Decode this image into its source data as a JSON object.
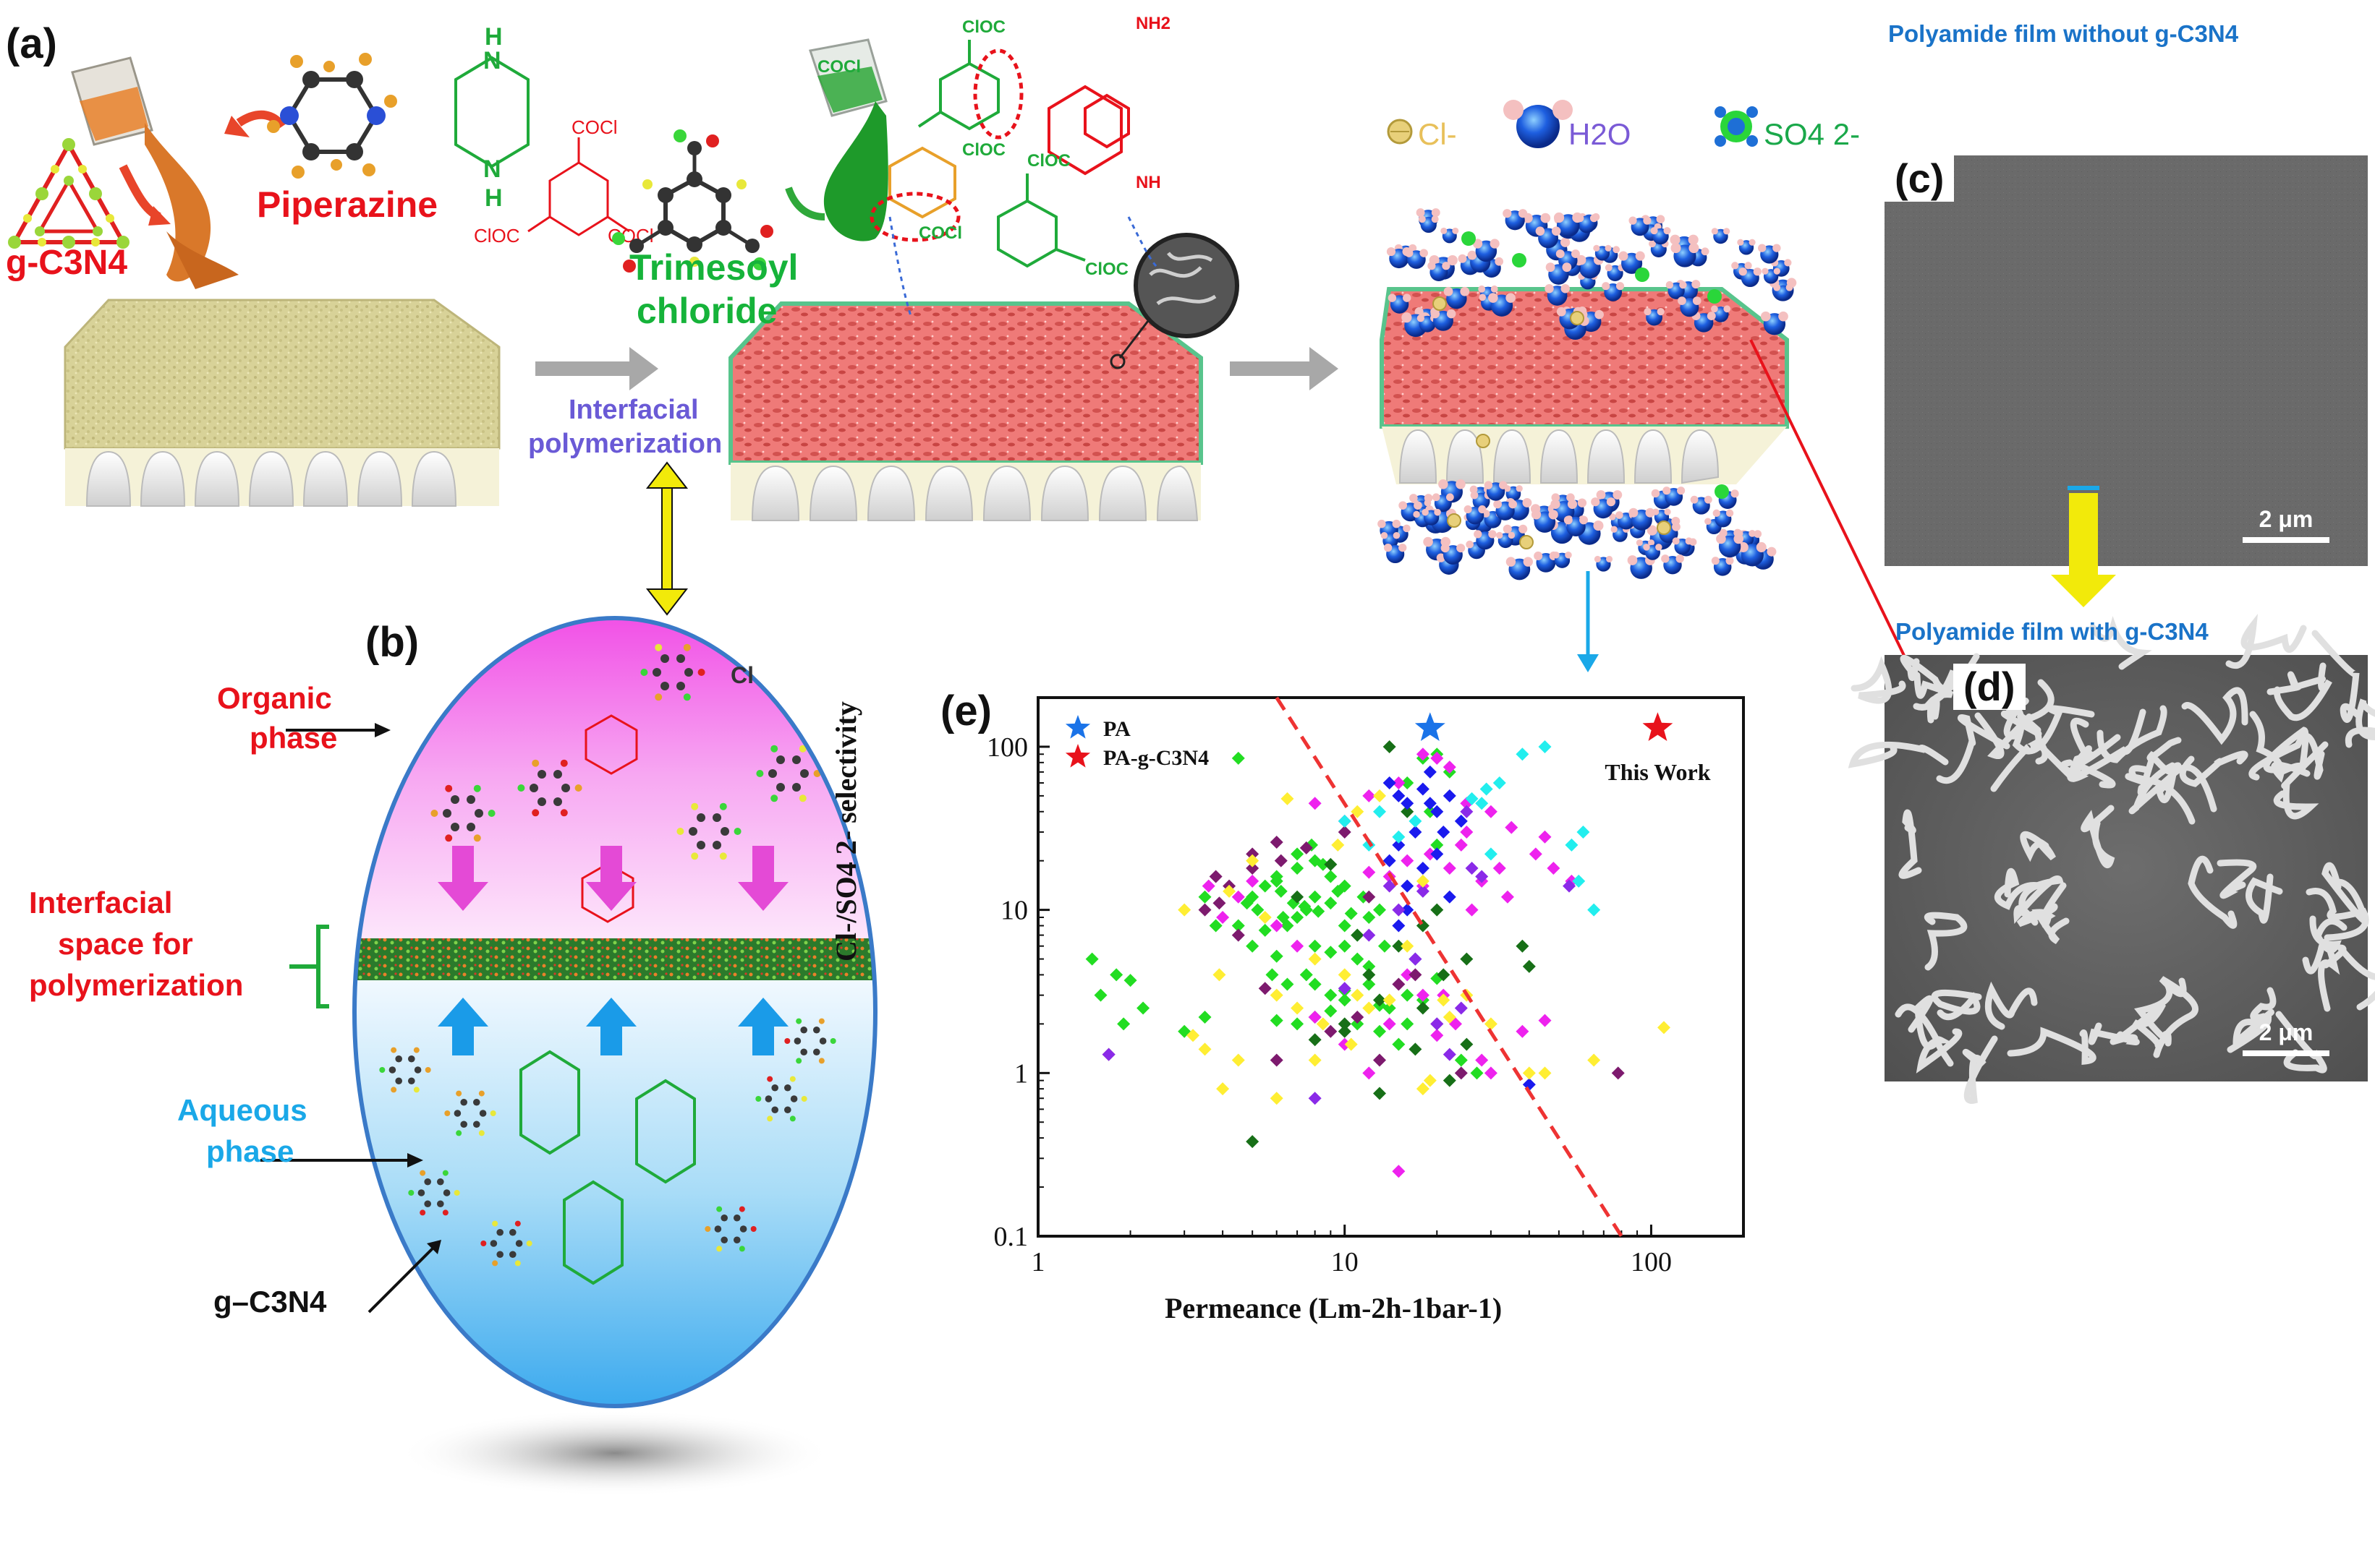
{
  "panel_a": {
    "letter": "(a)",
    "piperazine_label": "Piperazine",
    "gc3n4_label": "g-C3N4",
    "tmc_label_line1": "Trimesoyl",
    "tmc_label_line2": "chloride",
    "ip_label_line1": "Interfacial",
    "ip_label_line2": "polymerization",
    "structure_texts": {
      "H": "H",
      "N": "N",
      "COCl": "COCl",
      "ClOC": "ClOC",
      "NH2": "NH2",
      "NH": "NH"
    }
  },
  "legend": {
    "cl": "Cl-",
    "h2o": "H2O",
    "so4": "SO4 2-"
  },
  "panel_b": {
    "letter": "(b)",
    "organic_line1": "Organic",
    "organic_line2": "phase",
    "interfacial_line1": "Interfacial",
    "interfacial_line2": "space for",
    "interfacial_line3": "polymerization",
    "aqueous_line1": "Aqueous",
    "aqueous_line2": "phase",
    "gc3n4": "g–C3N4",
    "cl_text": "Cl"
  },
  "panel_c": {
    "title": "Polyamide film without g-C3N4",
    "letter": "(c)",
    "scale": "2 μm"
  },
  "panel_d": {
    "title": "Polyamide film with g-C3N4",
    "letter": "(d)",
    "scale": "2 μm"
  },
  "colors": {
    "red_label": "#e8121b",
    "green_label": "#16b33a",
    "purple_label": "#6a5ad6",
    "blue_label": "#1a73c8",
    "cyan_label": "#1aa8e8",
    "arrow_gray": "#a8a8a8",
    "arrow_yellow": "#f2ea0a",
    "arrow_magenta": "#e44ad6",
    "arrow_blue": "#1a9be8"
  },
  "chart_data": {
    "type": "scatter",
    "letter": "(e)",
    "xlabel": "Permeance  (Lm-2h-1bar-1)",
    "ylabel": "Cl-/SO4 2- selectivity",
    "xscale": "log",
    "yscale": "log",
    "xlim": [
      1,
      200
    ],
    "ylim": [
      0.1,
      200
    ],
    "x_ticks": [
      "1",
      "10",
      "100"
    ],
    "y_ticks": [
      "0.1",
      "1",
      "10",
      "100"
    ],
    "legend": [
      {
        "name": "PA",
        "marker": "star",
        "color": "#1a73e8"
      },
      {
        "name": "PA-g-C3N4",
        "marker": "star",
        "color": "#e8121b"
      }
    ],
    "legend_position": "top-left",
    "annotation": "This Work",
    "trade_off_line": {
      "from": [
        6,
        200
      ],
      "to": [
        80,
        0.1
      ],
      "color": "#ee3333",
      "style": "dashed"
    },
    "highlight_points": [
      {
        "series": "PA",
        "x": 19,
        "y": 130
      },
      {
        "series": "PA-g-C3N4",
        "x": 105,
        "y": 130
      }
    ],
    "literature_series": [
      {
        "color": "#22dd22",
        "points": [
          [
            1.5,
            5
          ],
          [
            1.6,
            3
          ],
          [
            1.8,
            4
          ],
          [
            2.0,
            3.7
          ],
          [
            1.9,
            2
          ],
          [
            2.2,
            2.5
          ],
          [
            3.0,
            1.8
          ],
          [
            3.5,
            2.2
          ],
          [
            4.5,
            8
          ],
          [
            5,
            6
          ],
          [
            5.5,
            7.5
          ],
          [
            6,
            5.2
          ],
          [
            6.5,
            8
          ],
          [
            7,
            9
          ],
          [
            7.5,
            10
          ],
          [
            8,
            12
          ],
          [
            6,
            15
          ],
          [
            7,
            18
          ],
          [
            8,
            20
          ],
          [
            9,
            16
          ],
          [
            10,
            14
          ],
          [
            5,
            12
          ],
          [
            6.2,
            13
          ],
          [
            6.8,
            11
          ],
          [
            7.4,
            10.5
          ],
          [
            8.2,
            9.8
          ],
          [
            9,
            11
          ],
          [
            10,
            8
          ],
          [
            11,
            7
          ],
          [
            12,
            9
          ],
          [
            13,
            10
          ],
          [
            9,
            5.5
          ],
          [
            8,
            6
          ],
          [
            10,
            6
          ],
          [
            11,
            5
          ],
          [
            8,
            3.5
          ],
          [
            9,
            3
          ],
          [
            10,
            2.8
          ],
          [
            12,
            3.5
          ],
          [
            13,
            2.6
          ],
          [
            6,
            2.1
          ],
          [
            7,
            2
          ],
          [
            8,
            2.2
          ],
          [
            9,
            2.4
          ],
          [
            14,
            2.5
          ],
          [
            16,
            3
          ],
          [
            18,
            2.8
          ],
          [
            20,
            3.8
          ],
          [
            11,
            2
          ],
          [
            10,
            3.2
          ],
          [
            7.5,
            4
          ],
          [
            6.5,
            3.5
          ],
          [
            13,
            1.8
          ],
          [
            15,
            1.5
          ],
          [
            16,
            2
          ],
          [
            24,
            1.2
          ],
          [
            27,
            1
          ],
          [
            4.5,
            85
          ],
          [
            5.5,
            14
          ],
          [
            6,
            16
          ],
          [
            7,
            22
          ],
          [
            5.2,
            10
          ],
          [
            4.8,
            11
          ],
          [
            6.3,
            9
          ],
          [
            3.5,
            12
          ],
          [
            3.8,
            8
          ],
          [
            7.8,
            25
          ],
          [
            8.5,
            19
          ],
          [
            9.5,
            13
          ],
          [
            12,
            4.5
          ],
          [
            13.5,
            6
          ],
          [
            10.5,
            9.5
          ],
          [
            11.5,
            12
          ],
          [
            5.8,
            4
          ],
          [
            20,
            25
          ],
          [
            19,
            40
          ],
          [
            16,
            60
          ],
          [
            18,
            85
          ],
          [
            20,
            90
          ],
          [
            22,
            70
          ]
        ]
      },
      {
        "color": "#176f17",
        "points": [
          [
            14,
            100
          ],
          [
            16,
            40
          ],
          [
            18,
            8
          ],
          [
            20,
            10
          ],
          [
            12,
            4
          ],
          [
            15,
            6
          ],
          [
            18,
            2.5
          ],
          [
            21,
            4
          ],
          [
            25,
            5
          ],
          [
            10,
            1.8
          ],
          [
            13,
            0.75
          ],
          [
            38,
            6
          ],
          [
            40,
            4.5
          ],
          [
            25,
            1.5
          ],
          [
            5,
            0.38
          ],
          [
            22,
            0.9
          ],
          [
            7,
            12
          ],
          [
            9,
            19
          ],
          [
            10,
            2
          ],
          [
            13,
            2.8
          ],
          [
            17,
            1.4
          ],
          [
            8,
            1.6
          ],
          [
            11,
            7
          ]
        ]
      },
      {
        "color": "#ee22ee",
        "points": [
          [
            8,
            45
          ],
          [
            10,
            35
          ],
          [
            12,
            50
          ],
          [
            15,
            60
          ],
          [
            18,
            90
          ],
          [
            20,
            85
          ],
          [
            22,
            75
          ],
          [
            25,
            45
          ],
          [
            30,
            40
          ],
          [
            35,
            32
          ],
          [
            45,
            28
          ],
          [
            55,
            15
          ],
          [
            15,
            0.25
          ],
          [
            8,
            2.2
          ],
          [
            10,
            1.5
          ],
          [
            12,
            1
          ],
          [
            14,
            2
          ],
          [
            16,
            4
          ],
          [
            18,
            3
          ],
          [
            20,
            1.7
          ],
          [
            21,
            3
          ],
          [
            23,
            2
          ],
          [
            28,
            1.2
          ],
          [
            30,
            1
          ],
          [
            38,
            1.8
          ],
          [
            45,
            2.1
          ],
          [
            28,
            15
          ],
          [
            32,
            18
          ],
          [
            34,
            12
          ],
          [
            16,
            20
          ],
          [
            18,
            14
          ],
          [
            26,
            10
          ],
          [
            14,
            16
          ],
          [
            12,
            17
          ],
          [
            6,
            8
          ],
          [
            7,
            6
          ],
          [
            4,
            9
          ],
          [
            4.5,
            12
          ],
          [
            5,
            15
          ],
          [
            3.6,
            14
          ],
          [
            24,
            25
          ],
          [
            25,
            30
          ],
          [
            22,
            18
          ],
          [
            19,
            22
          ],
          [
            42,
            22
          ],
          [
            48,
            18
          ]
        ]
      },
      {
        "color": "#7d1a6e",
        "points": [
          [
            3.8,
            16
          ],
          [
            4.2,
            14
          ],
          [
            5,
            22
          ],
          [
            6,
            26
          ],
          [
            4.5,
            7
          ],
          [
            3.5,
            10
          ],
          [
            3.9,
            11
          ],
          [
            6.2,
            20
          ],
          [
            5,
            18
          ],
          [
            7.5,
            24
          ],
          [
            10,
            30
          ],
          [
            12,
            12
          ],
          [
            13,
            1.2
          ],
          [
            20,
            2
          ],
          [
            78,
            1
          ],
          [
            24,
            1
          ],
          [
            1.7,
            1.3
          ],
          [
            5.5,
            3.3
          ],
          [
            6,
            1.2
          ],
          [
            9,
            1.8
          ],
          [
            11,
            2.2
          ],
          [
            15,
            3.5
          ],
          [
            17,
            4
          ]
        ]
      },
      {
        "color": "#1a1aee",
        "points": [
          [
            14,
            60
          ],
          [
            15,
            50
          ],
          [
            16,
            45
          ],
          [
            18,
            55
          ],
          [
            20,
            40
          ],
          [
            22,
            50
          ],
          [
            19,
            70
          ],
          [
            17,
            30
          ],
          [
            15,
            25
          ],
          [
            14,
            20
          ],
          [
            16,
            10
          ],
          [
            17,
            5
          ],
          [
            20,
            22
          ],
          [
            22,
            12
          ],
          [
            40,
            0.85
          ],
          [
            16,
            14
          ],
          [
            18,
            18
          ],
          [
            21,
            30
          ],
          [
            15,
            8
          ],
          [
            19,
            45
          ],
          [
            24,
            35
          ]
        ]
      },
      {
        "color": "#8a2ae8",
        "points": [
          [
            15,
            10
          ],
          [
            17,
            5
          ],
          [
            20,
            2
          ],
          [
            12,
            7
          ],
          [
            10,
            3.3
          ],
          [
            8,
            0.7
          ],
          [
            22,
            1.3
          ],
          [
            24,
            2.5
          ],
          [
            14,
            14
          ],
          [
            18,
            13
          ],
          [
            1.7,
            1.3
          ],
          [
            26,
            18
          ],
          [
            54,
            14
          ],
          [
            25,
            40
          ],
          [
            28,
            16
          ]
        ]
      },
      {
        "color": "#ffee33",
        "points": [
          [
            3,
            10
          ],
          [
            3.2,
            1.7
          ],
          [
            3.5,
            1.4
          ],
          [
            4.5,
            1.2
          ],
          [
            5,
            20
          ],
          [
            6,
            3
          ],
          [
            7,
            2.5
          ],
          [
            8,
            5
          ],
          [
            8.5,
            2
          ],
          [
            10,
            4
          ],
          [
            11,
            3
          ],
          [
            12,
            2.5
          ],
          [
            14,
            2.8
          ],
          [
            16,
            6
          ],
          [
            18,
            15
          ],
          [
            19,
            0.9
          ],
          [
            22,
            2.2
          ],
          [
            25,
            3
          ],
          [
            30,
            2
          ],
          [
            40,
            1
          ],
          [
            45,
            1
          ],
          [
            65,
            1.2
          ],
          [
            110,
            1.9
          ],
          [
            5.5,
            9
          ],
          [
            4.2,
            13
          ],
          [
            3.9,
            4
          ],
          [
            9.5,
            25
          ],
          [
            11,
            40
          ],
          [
            13,
            50
          ],
          [
            6.5,
            48
          ],
          [
            4,
            0.8
          ],
          [
            6,
            0.7
          ],
          [
            18,
            0.8
          ],
          [
            8,
            1.2
          ],
          [
            10.5,
            1.5
          ],
          [
            21,
            2.8
          ]
        ]
      },
      {
        "color": "#22eeee",
        "points": [
          [
            10,
            35
          ],
          [
            13,
            40
          ],
          [
            15,
            28
          ],
          [
            45,
            100
          ],
          [
            55,
            25
          ],
          [
            60,
            30
          ],
          [
            65,
            10
          ],
          [
            26,
            48
          ],
          [
            29,
            55
          ],
          [
            32,
            60
          ],
          [
            28,
            45
          ],
          [
            17,
            35
          ],
          [
            38,
            90
          ],
          [
            58,
            15
          ],
          [
            30,
            22
          ],
          [
            12,
            25
          ]
        ]
      }
    ]
  }
}
